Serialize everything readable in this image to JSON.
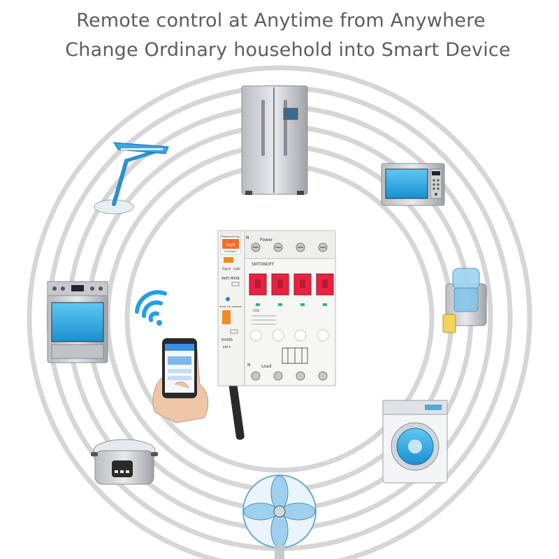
{
  "headline": {
    "line1": "Remote control at Anytime from Anywhere",
    "line2": "Change Ordinary household into Smart Device"
  },
  "breaker": {
    "badge_top": "Powered by",
    "badge_brand": "tuya",
    "badge_sub": "Intelligent",
    "signal_label": "Signal",
    "light_label": "Light",
    "wifi_mode_label": "WiFi MOB",
    "press_label": "Press 10s network",
    "rs485_label": "RS485",
    "kwh_label": "kW·h",
    "n_top_label": "N",
    "power_label": "Power",
    "model_label": "SMT0NOFF",
    "rating_label": "C60",
    "n_bottom_label": "N",
    "load_label": "Load"
  },
  "phone": {
    "app_color": "#3a8ee6"
  },
  "icons": [
    "wifi-icon",
    "refrigerator-icon",
    "desk-lamp-icon",
    "microwave-icon",
    "oven-icon",
    "juicer-icon",
    "rice-cooker-icon",
    "washing-machine-icon",
    "fan-icon"
  ],
  "colors": {
    "text": "#5d5d5d",
    "ring": "#d4d4d4",
    "breaker_red": "#e8233f",
    "wifi_blue": "#1ea0e8",
    "tuya_orange": "#f36b2b"
  }
}
